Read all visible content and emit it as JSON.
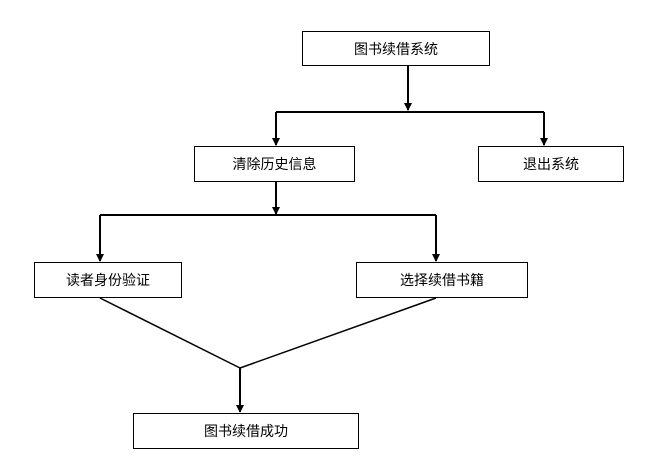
{
  "diagram": {
    "nodes": {
      "root": "图书续借系统",
      "clear_history": "清除历史信息",
      "exit_system": "退出系统",
      "verify_reader": "读者身份验证",
      "select_books": "选择续借书籍",
      "renew_success": "图书续借成功"
    },
    "edges": [
      {
        "from": "root",
        "to": "clear_history"
      },
      {
        "from": "root",
        "to": "exit_system"
      },
      {
        "from": "clear_history",
        "to": "verify_reader"
      },
      {
        "from": "clear_history",
        "to": "select_books"
      },
      {
        "from": "verify_reader",
        "to": "renew_success"
      },
      {
        "from": "select_books",
        "to": "renew_success"
      }
    ],
    "colors": {
      "line": "#000000",
      "box_border": "#000000",
      "text": "#000000",
      "background": "#ffffff"
    }
  }
}
